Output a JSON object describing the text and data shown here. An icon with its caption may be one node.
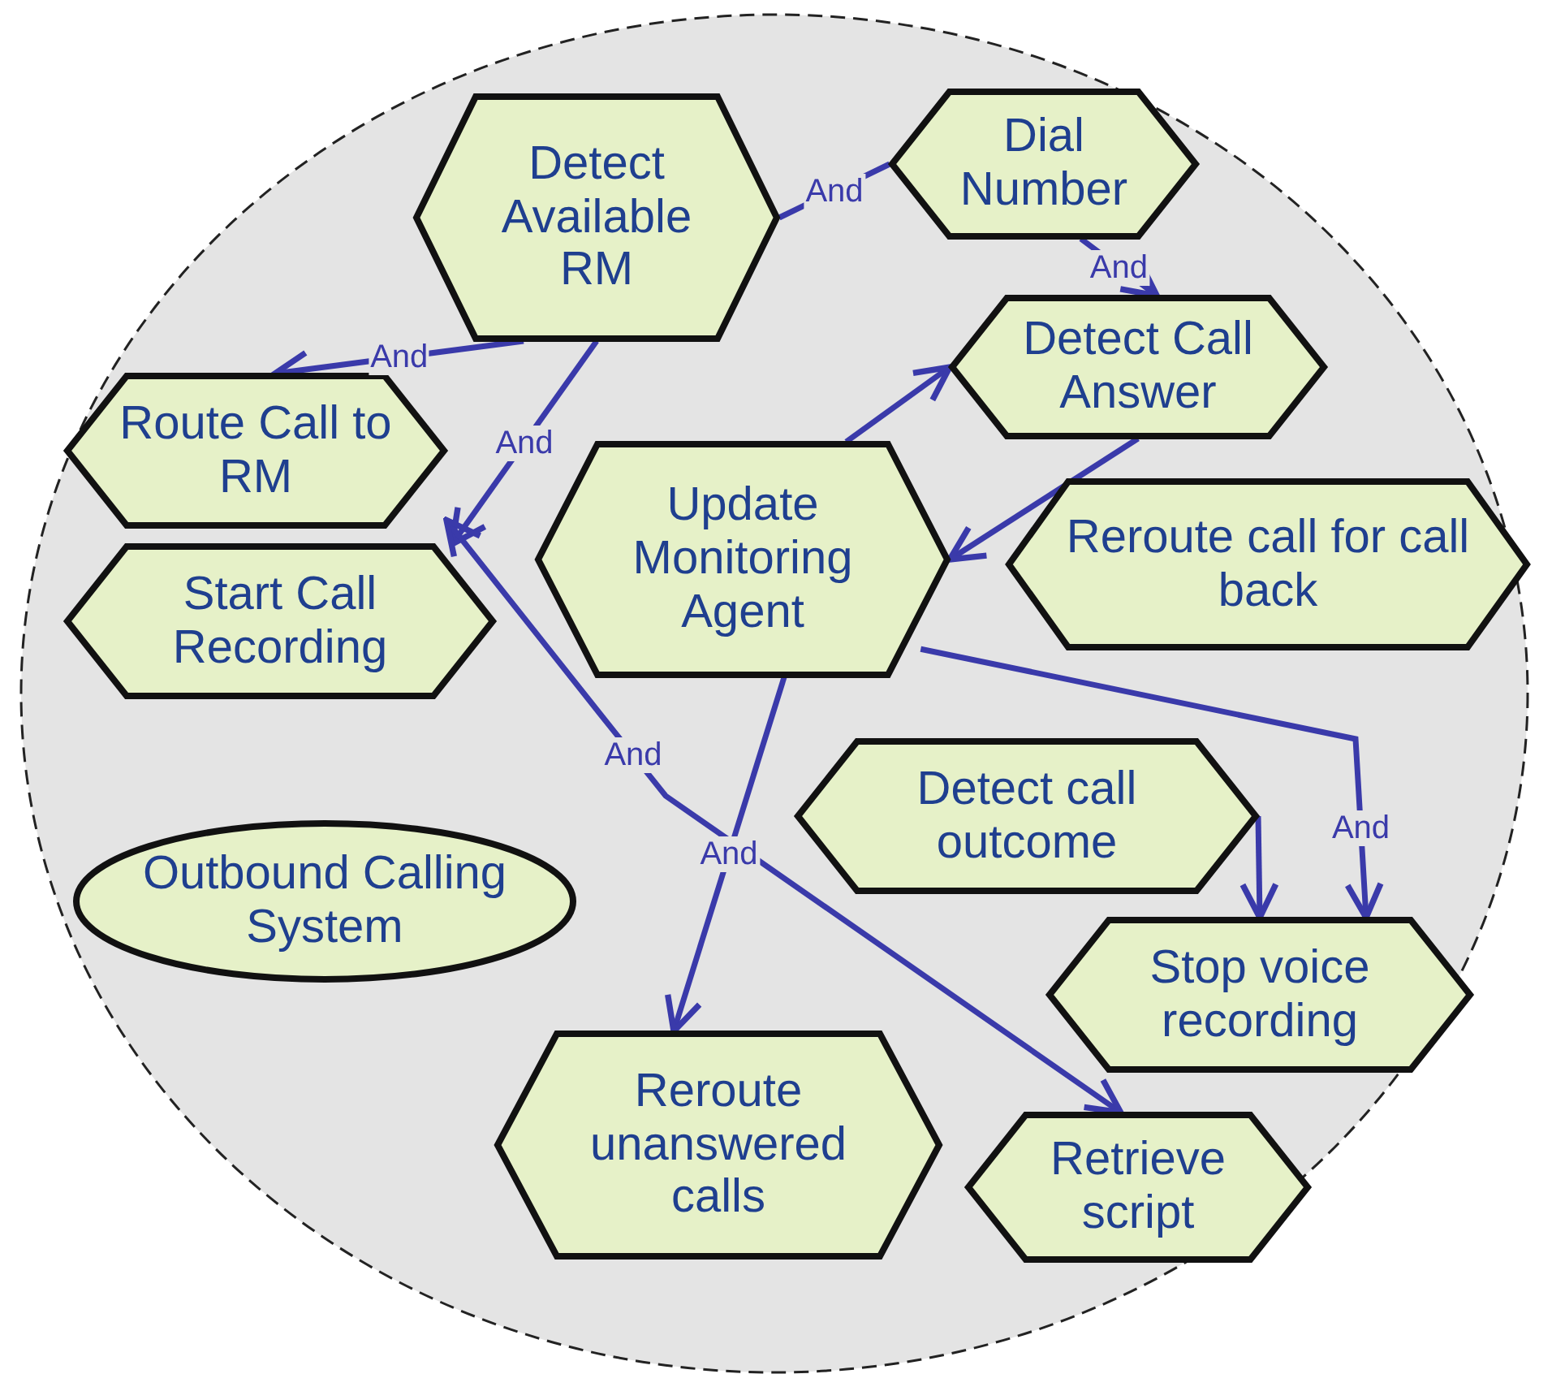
{
  "diagram": {
    "nodes": [
      {
        "text": [],
        "shape": "circle"
      },
      {
        "text": [
          "Detect Available RM"
        ],
        "in": 0
      },
      {
        "text": [
          "Dial Number"
        ],
        "in": 0
      },
      {
        "text": [
          "Detect Call Answer"
        ],
        "in": 0
      },
      {
        "text": [
          "Route Call to RM"
        ],
        "in": 0
      },
      {
        "text": [
          "Update Monitoring Agent"
        ],
        "in": 0
      },
      {
        "text": [
          "Start Call Recording"
        ],
        "in": 0
      },
      {
        "text": [
          "Reroute call for call back"
        ],
        "in": 0
      },
      {
        "text": [
          "Detect call outcome"
        ],
        "in": 0
      },
      {
        "text": [
          "Outbound Calling System"
        ],
        "in": 0
      },
      {
        "text": [
          "Stop voice recording"
        ],
        "in": 0
      },
      {
        "text": [
          "Reroute unanswered calls"
        ],
        "in": 0
      },
      {
        "text": [
          "Retrieve script"
        ],
        "in": 0
      }
    ],
    "edges": [
      {
        "from": 1,
        "to": 2,
        "arrow": "none",
        "label": "And"
      },
      {
        "from": 2,
        "to": 3,
        "arrow": "to",
        "label": "And"
      },
      {
        "from": 1,
        "to": 4,
        "arrow": "to",
        "label": "And"
      },
      {
        "from": 1,
        "to": 6,
        "arrow": "to",
        "label": "And"
      },
      {
        "from": 5,
        "to": 3,
        "arrow": "to"
      },
      {
        "from": 3,
        "to": 5,
        "arrow": "to"
      },
      {
        "from": 5,
        "to": 10,
        "arrow": "to",
        "label": "And"
      },
      {
        "from": 5,
        "to": 11,
        "arrow": "to",
        "label": "And"
      },
      {
        "from": 4,
        "to": 12,
        "arrow": "both",
        "label": "And"
      },
      {
        "from": 8,
        "to": 10,
        "arrow": "to"
      }
    ]
  }
}
